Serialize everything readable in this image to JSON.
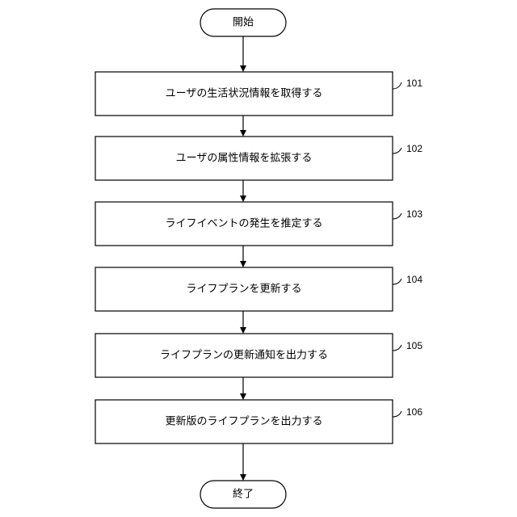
{
  "start": {
    "label": "開始"
  },
  "end": {
    "label": "終了"
  },
  "steps": [
    {
      "label": "ユーザの生活状況情報を取得する",
      "ref": "101"
    },
    {
      "label": "ユーザの属性情報を拡張する",
      "ref": "102"
    },
    {
      "label": "ライフイベントの発生を推定する",
      "ref": "103"
    },
    {
      "label": "ライフプランを更新する",
      "ref": "104"
    },
    {
      "label": "ライフプランの更新通知を出力する",
      "ref": "105"
    },
    {
      "label": "更新版のライフプランを出力する",
      "ref": "106"
    }
  ]
}
